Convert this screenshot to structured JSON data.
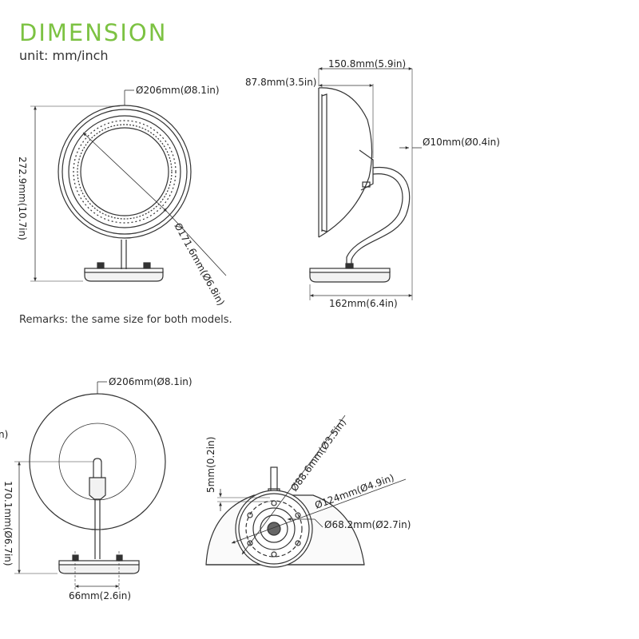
{
  "header": {
    "title": "DIMENSION",
    "unit": "unit: mm/inch"
  },
  "remarks": "Remarks: the same size for both models.",
  "dimensions": {
    "front_outer_dia": "Ø206mm(Ø8.1in)",
    "front_inner_dia": "Ø171.6mm(Ø6.8in)",
    "front_height": "272.9mm(10.7in)",
    "side_depth": "150.8mm(5.9in)",
    "side_shade": "87.8mm(3.5in)",
    "side_pole": "Ø10mm(Ø0.4in)",
    "side_base": "162mm(6.4in)",
    "back_outer_dia": "Ø206mm(Ø8.1in)",
    "back_height": "170.1mm(Ø6.7in)",
    "back_left_partial": "n)",
    "back_base": "66mm(2.6in)",
    "bottom_5mm": "5mm(0.2in)",
    "bottom_886": "Ø88.6mm(Ø3.5in)",
    "bottom_124": "Ø124mm(Ø4.9in)",
    "bottom_682": "Ø68.2mm(Ø2.7in)"
  }
}
